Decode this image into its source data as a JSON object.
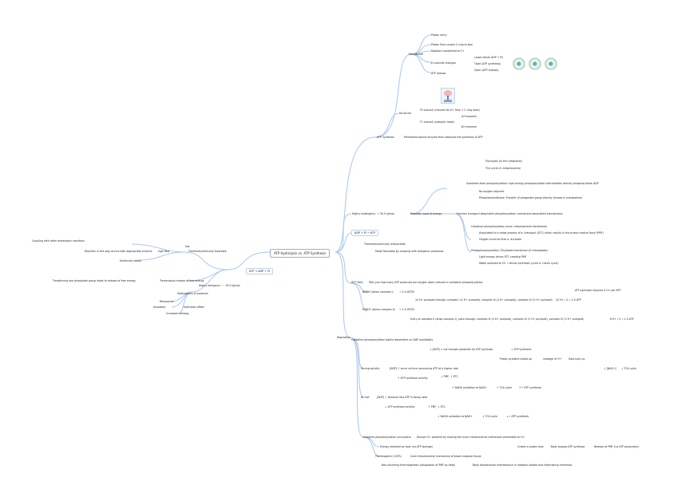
{
  "root": "ATP Hydrolysis vs. ATP Synthesis",
  "hydrolysis": {
    "header": "ATP → ADP + Pi",
    "summary": "Highly exergonic: ~ -30.5 kJ/mol",
    "release": "Tremendous release of free energy",
    "group_transfer": "Transferring one phosphate group leads to release of free energy",
    "factors": "Stabilization of products",
    "factor_items": [
      "Resonance",
      "Ionization",
      "Hydration effect"
    ],
    "lower_entropy": "Increased entropy",
    "coupling": "Coupling with other endergonic reactions",
    "coupling_detail": "Reaction in this way occurs with appropriate enzyme",
    "keq_label": "high Keq",
    "keq_note": "low",
    "thermo": "Thermodynamically favorable",
    "kinetic": "Kinetically stable"
  },
  "synthesis": {
    "synthase_node": "ATP Synthase",
    "synthase_desc": "Membrane-bound enzyme that catalyses the synthesis of ATP",
    "mechanism": "Mechanism",
    "mechanism_items": [
      "Proton entry",
      "Proton flow causes C-ring to spin",
      "Rotation transferred to F1",
      "β subunits changes",
      "ATP release"
    ],
    "beta_states": [
      "Loose (binds ADP + Pi)",
      "Tight (ATP synthesis)",
      "Open (ATP release)"
    ],
    "structure": "Structure",
    "structure_items": [
      "F0 subunit (channel for H+ flow + C-ring rotor)",
      "F1 subunit (catalytic head)"
    ],
    "structure_sub": [
      "α3 hexamer",
      "β3 hexamer"
    ],
    "energetics": "Highly endergonic: + 30.5 kJ/mol",
    "energetics_note": "Requires input of energy",
    "modes": [
      "Substrate-level phosphorylation",
      "Glycolysis (in the cytoplasm)",
      "TCA cycle (in mitochondria)",
      "Substrate-level phosphorylation: high-energy phosphorylated intermediate directly phosphorylates ADP",
      "No oxygen required",
      "Phosphotransferase: Transfer of phosphate group directly (kinase in metabolism)"
    ],
    "mode_other": "Electron transport-dependent phosphorylation: membrane-associated mechanisms",
    "oxidative": "Oxidative phosphorylation (inner mitochondrial membrane)",
    "oxidative_1": "Associated to a redox process of e- transport (ETC) which results in the proton motive force (PMF)",
    "oxidative_2": "Oxygen must be final e- acceptor",
    "photo": "Photophosphorylation (Thylakoid membrane of chloroplasts)",
    "photo_1": "Light energy drives ETC creating PMF",
    "photo_2": "Water oxidized to O2 → drives synthesis (cycle in Calvin cycle)",
    "adp_pi": "ADP + Pi → ATP",
    "adp_note": "Thermodynamically unfavorable",
    "adp_note2": "Made favorable by coupling with exergonic processes"
  },
  "yield": {
    "header": "ATP Yield",
    "desc": "Tells you how many ATP produced per oxygen atom reduced in oxidative phosphorylation",
    "nadh": "NADH (donor complex I)",
    "nadh_val": "→ 2.5 ATP/O",
    "nadh_calc": "10 H+ pumped through: complex I (4 H+ pumped), complex III (4 H+ pumped), complex IV (2 H+ pumped)",
    "nadh_eq": "10 H+ / 4 = 2.5 ATP",
    "synthase_req": "ATP synthase requires 4 H+ per ATP",
    "fadh": "FADH2 (donor complex II)",
    "fadh_val": "→ 1.5 ATP/O",
    "fadh_calc": "Entry at complex II (skips complex I), pass through: complex III (4 H+ pumped), complex IV (2 H+ pumped), complex IV (2 H+ pumped)",
    "fadh_eq": "6 H+ / 4 = 1.5 ATP"
  },
  "regulation": {
    "header": "Regulation",
    "main": "Oxidative phosphorylation tightly dependent on ADP availability",
    "low_adp": "↓ [ADP] = not enough substrate for ATP synthase",
    "low_adp_1": "↓ ATP synthesis",
    "low_adp_2": "Proton gradient builds up",
    "low_adp_3": "Leakage of H+",
    "low_adp_4": "Gets built up",
    "low_adp_5": "↓ [NAD+]",
    "low_adp_6": "↓ TCA cycle",
    "during": "During activity",
    "during_1": "[ADP] ↑ since cell are consuming ATP at a higher rate",
    "during_2": "↑ ATP synthase activity",
    "during_3": "↓ PMF, ↑ ETC",
    "during_4": "↑ NADH oxidation to NAD+",
    "during_5": "↑ TCA cycle",
    "during_6": "↑↑ ATP synthesis",
    "rest": "At rest",
    "rest_1": "[ADP] ↓ because less ATP is being used",
    "rest_2": "↓ ATP synthase activity",
    "rest_3": "↑ PMF, ↓ ETC",
    "rest_4": "↓ NADH oxidation to NAD+",
    "rest_5": "↓ TCA cycle",
    "rest_6": "↓↓ ATP synthesis",
    "uncouplers": "Oxidative phosphorylation uncouplers",
    "uncouplers_1": "Disrupt H+ gradient by making the inner mitochondrial membrane permeable to H+",
    "uncouplers_2": "Create a proton leak",
    "uncouplers_3": "Body bypass ATP synthase",
    "uncouplers_4": "Release of PMF (no ATP production)",
    "uncouplers_5": "Energy released as heat (no ATP storage)",
    "thermo": "Thermogenin (UCP1)",
    "thermo_1": "Inner mitochondrial membrane of brown adipose tissue",
    "thermo_2": "Non-shivering thermogenesis (dissipation of PMF as heat)",
    "thermo_3": "Body temperature maintenance in newborn babies and hibernating mammals"
  }
}
